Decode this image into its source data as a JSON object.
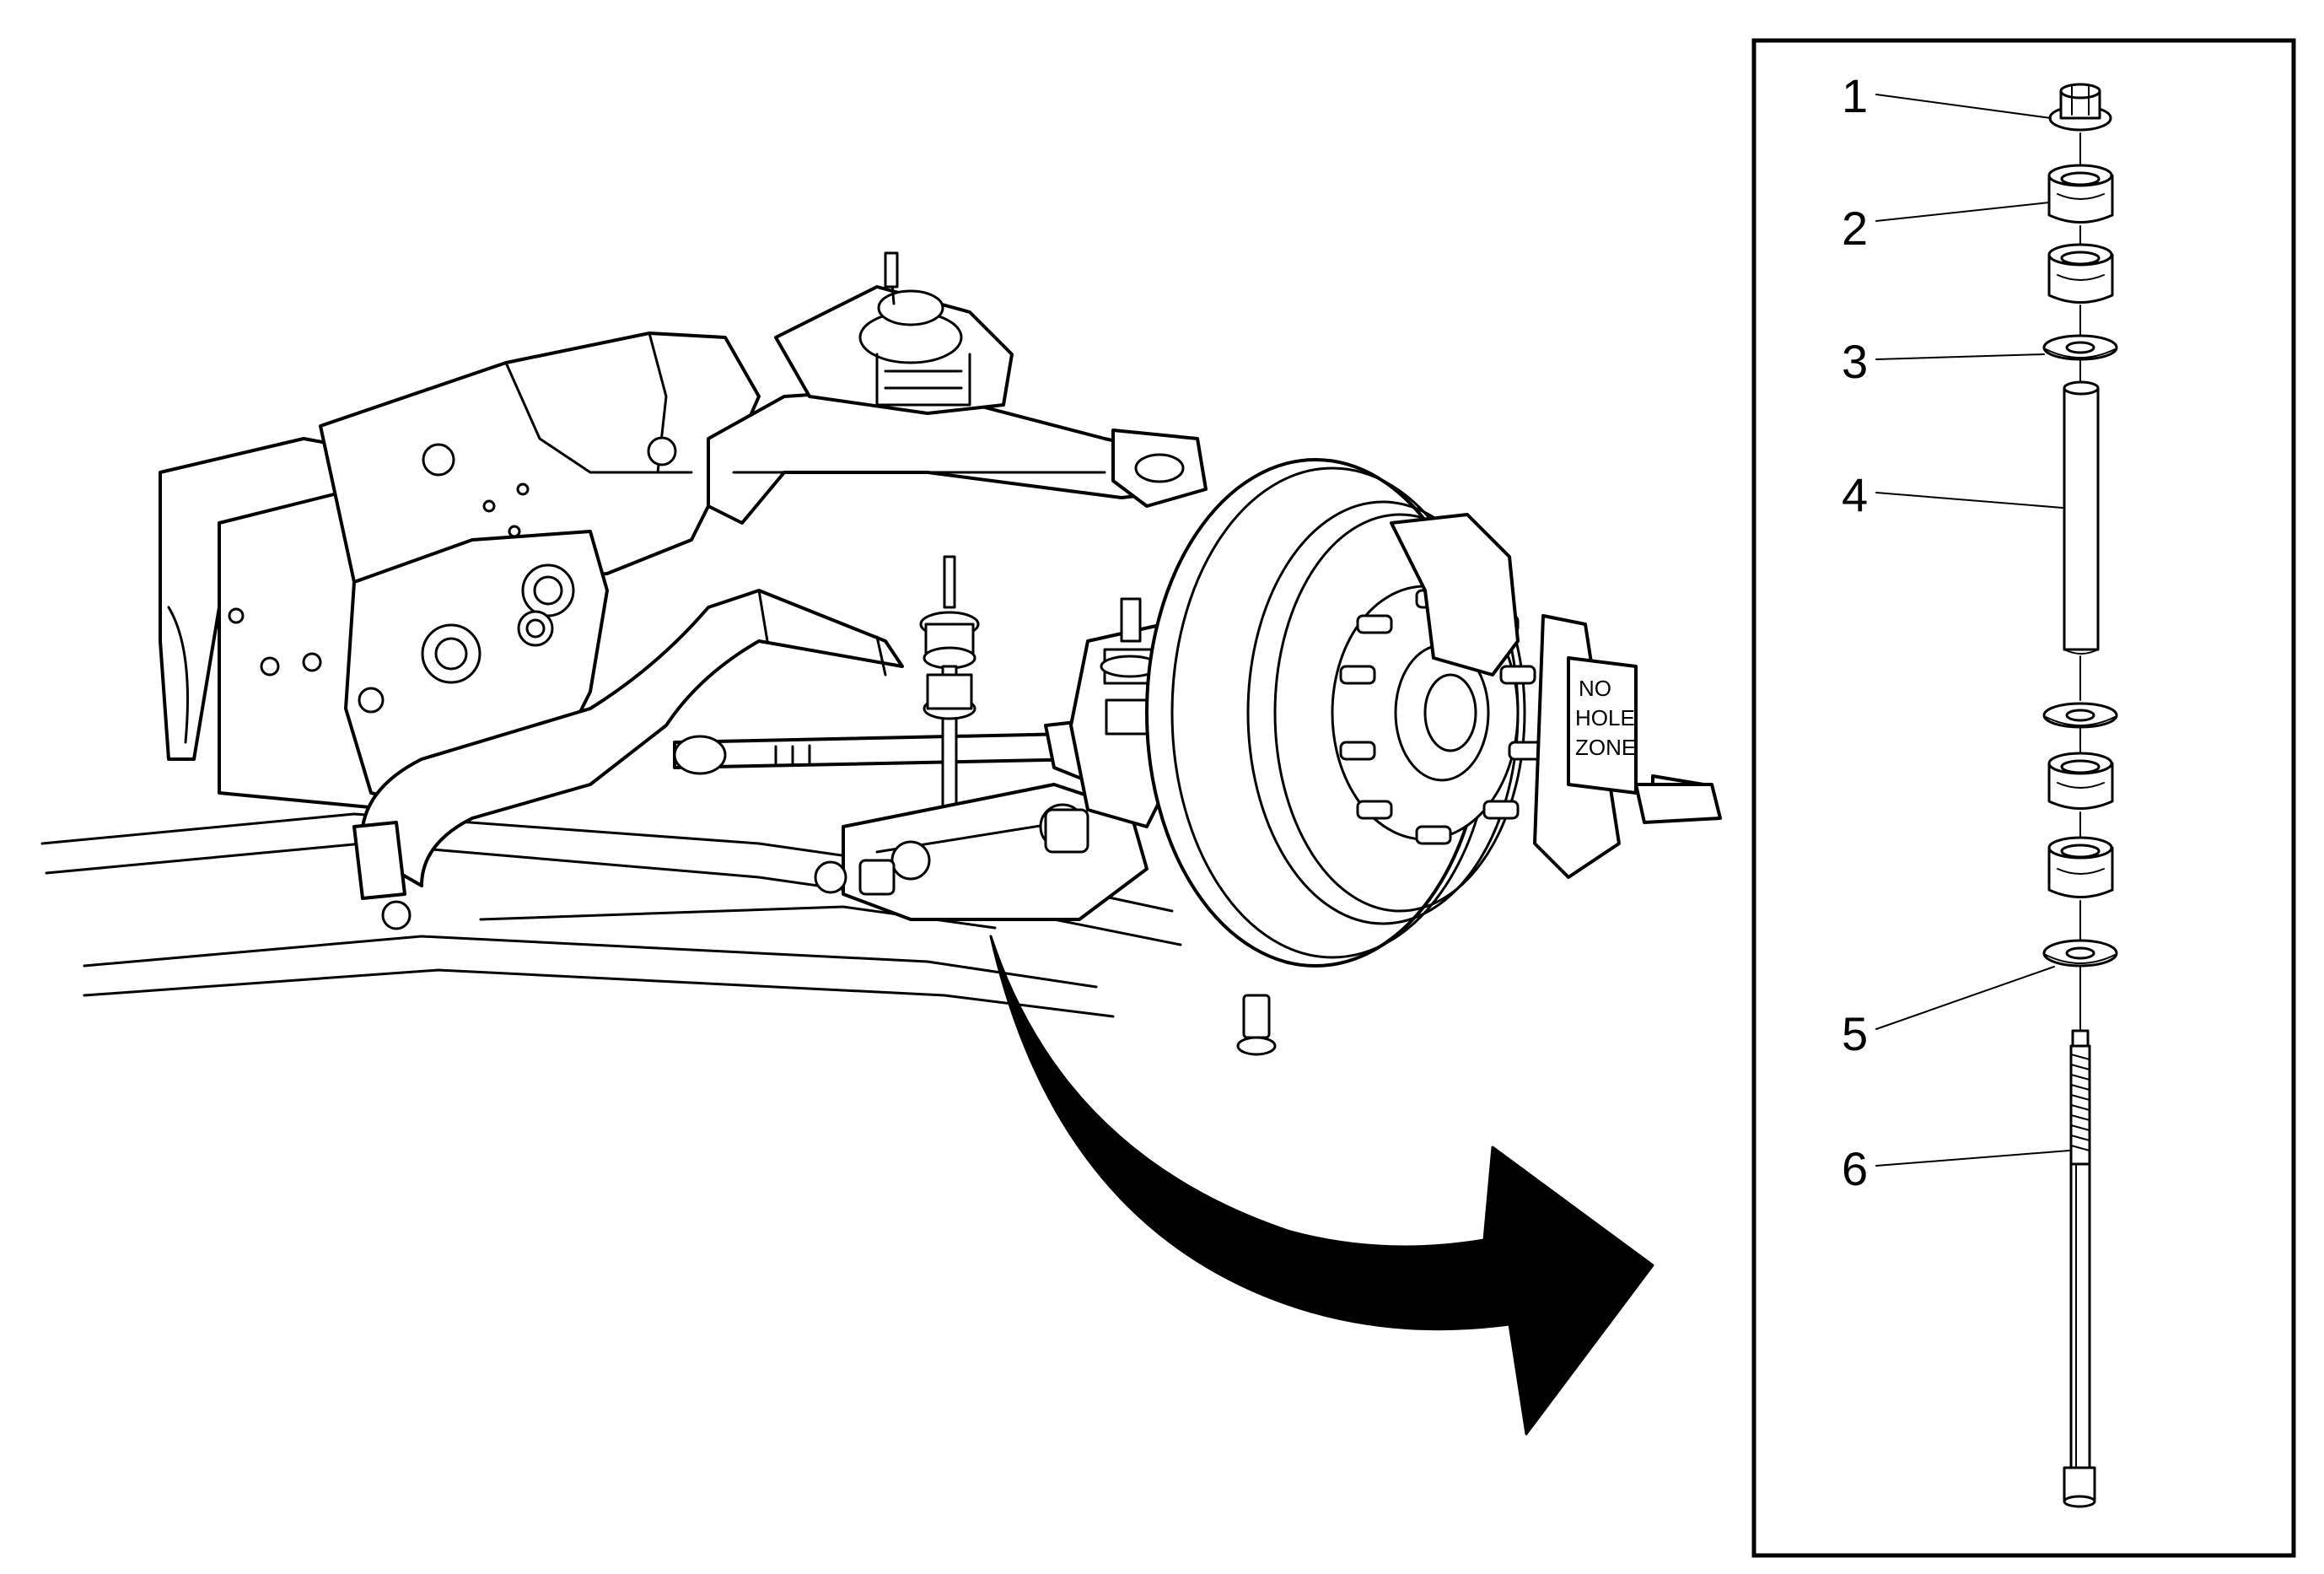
{
  "callouts": [
    {
      "number": "1"
    },
    {
      "number": "2"
    },
    {
      "number": "3"
    },
    {
      "number": "4"
    },
    {
      "number": "5"
    },
    {
      "number": "6"
    }
  ],
  "sign": {
    "line1": "NO",
    "line2": "HOLE",
    "line3": "ZONE"
  },
  "colors": {
    "line": "#000000",
    "background": "#ffffff"
  }
}
